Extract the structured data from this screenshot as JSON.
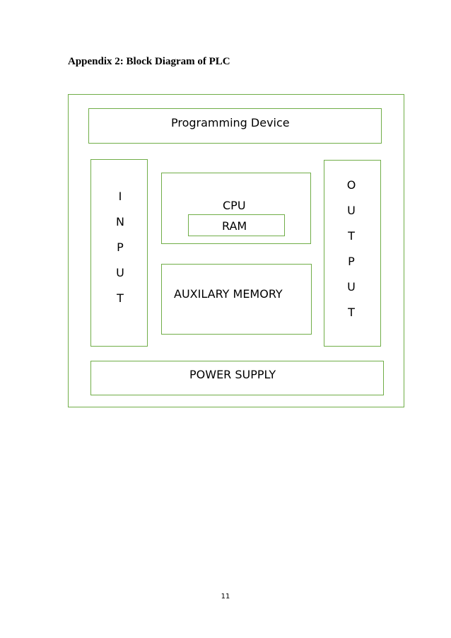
{
  "heading": "Appendix 2: Block Diagram of PLC",
  "diagram": {
    "programming_device": "Programming Device",
    "input_letters": [
      "I",
      "N",
      "P",
      "U",
      "T"
    ],
    "cpu": "CPU",
    "ram": "RAM",
    "auxiliary_memory": "AUXILARY MEMORY",
    "output_letters": [
      "O",
      "U",
      "T",
      "P",
      "U",
      "T"
    ],
    "power_supply": "POWER SUPPLY",
    "border_color": "#70ad47"
  },
  "page_number": "11"
}
